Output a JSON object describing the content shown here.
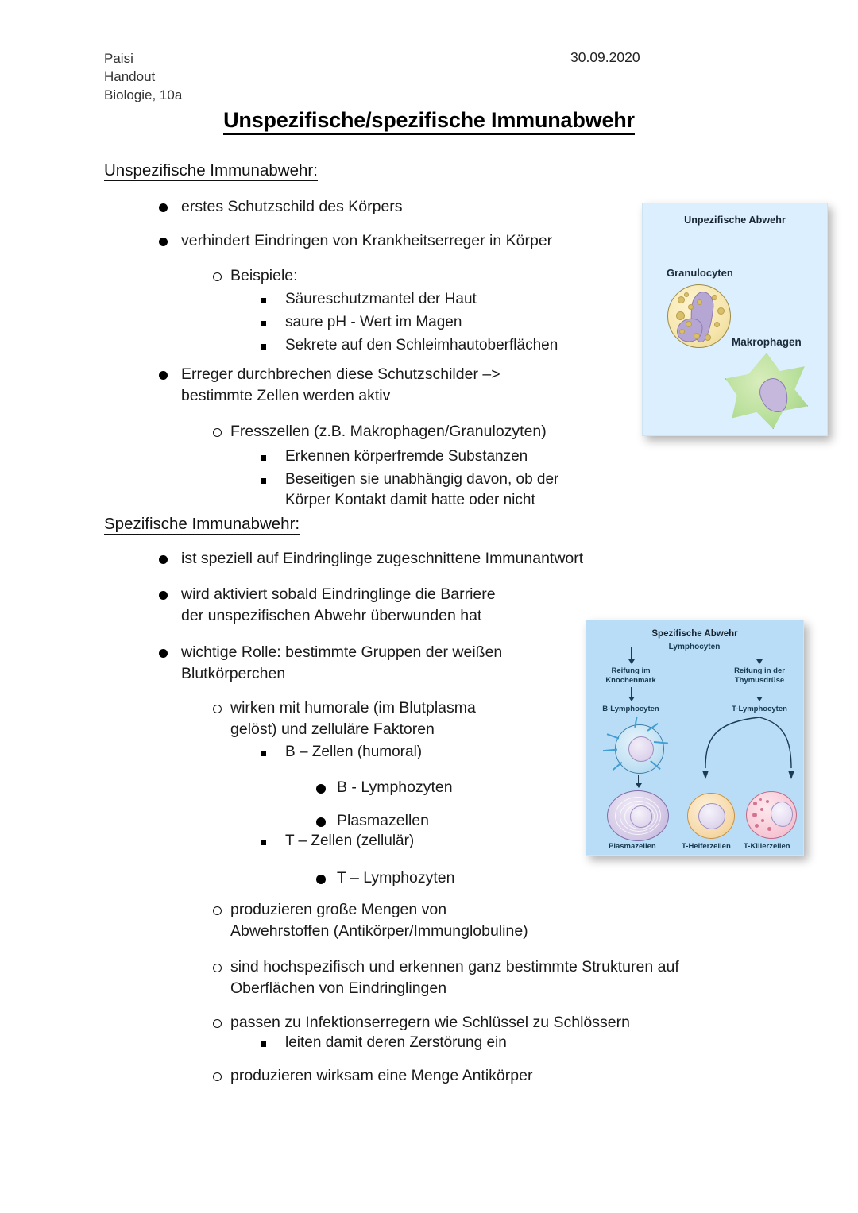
{
  "header": {
    "author": "Paisi",
    "doc_type": "Handout",
    "course": "Biologie, 10a",
    "date": "30.09.2020",
    "title": "Unspezifische/spezifische Immunabwehr"
  },
  "sections": {
    "unspecific": {
      "heading": "Unspezifische Immunabwehr:",
      "b1": "erstes Schutzschild des Körpers",
      "b2": "verhindert Eindringen von Krankheitserreger in Körper",
      "b3": "Beispiele:",
      "b4": "Säureschutzmantel der Haut",
      "b5": "saure pH - Wert im Magen",
      "b6": "Sekrete auf den Schleimhautoberflächen",
      "b7": " Erreger durchbrechen diese Schutzschilder –>\nbestimmte Zellen werden aktiv",
      "b8": "Fresszellen (z.B. Makrophagen/Granulozyten)",
      "b9": "Erkennen körperfremde Substanzen",
      "b10": "Beseitigen sie unabhängig davon, ob der\nKörper Kontakt damit hatte oder nicht"
    },
    "specific": {
      "heading": "Spezifische Immunabwehr:",
      "b1": "ist speziell auf Eindringlinge zugeschnittene Immunantwort",
      "b2": "wird aktiviert sobald Eindringlinge die Barriere\nder unspezifischen Abwehr überwunden hat",
      "b3": "wichtige Rolle: bestimmte Gruppen der weißen\nBlutkörperchen",
      "b4": "wirken mit humorale (im Blutplasma\ngelöst) und zelluläre Faktoren",
      "b5": "B – Zellen (humoral)",
      "b6": "B - Lymphozyten",
      "b7": "Plasmazellen",
      "b8": "T – Zellen (zellulär)",
      "b9": "T – Lymphozyten",
      "b10": "produzieren große Mengen von\nAbwehrstoffen (Antikörper/Immunglobuline)",
      "b11": "sind hochspezifisch und erkennen ganz bestimmte Strukturen auf\nOberflächen von Eindringlingen",
      "b12": "passen zu Infektionserregern wie Schlüssel zu Schlössern",
      "b13": "leiten damit deren Zerstörung ein",
      "b14": "produzieren wirksam eine Menge Antikörper"
    }
  },
  "figures": {
    "unspecific": {
      "title": "Unpezifische Abwehr",
      "label_granulocyten": "Granulocyten",
      "label_makrophagen": "Makrophagen",
      "bg_color": "#dcefff",
      "granulocyte_color": "#f6e6ad",
      "macrophage_color": "#b8df9a",
      "nucleus_color": "#b6a6d4"
    },
    "specific": {
      "title": "Spezifische Abwehr",
      "label_lymphocyten": "Lymphocyten",
      "label_left_maturation": "Reifung im\nKnochenmark",
      "label_right_maturation": "Reifung in der\nThymusdrüse",
      "label_b_lympho": "B-Lymphocyten",
      "label_t_lympho": "T-Lymphocyten",
      "label_plasmazellen": "Plasmazellen",
      "label_thelfer": "T-Helferzellen",
      "label_tkiller": "T-Killerzellen",
      "bg_color": "#b9ddf7",
      "stroke_color": "#1c3b52"
    }
  }
}
